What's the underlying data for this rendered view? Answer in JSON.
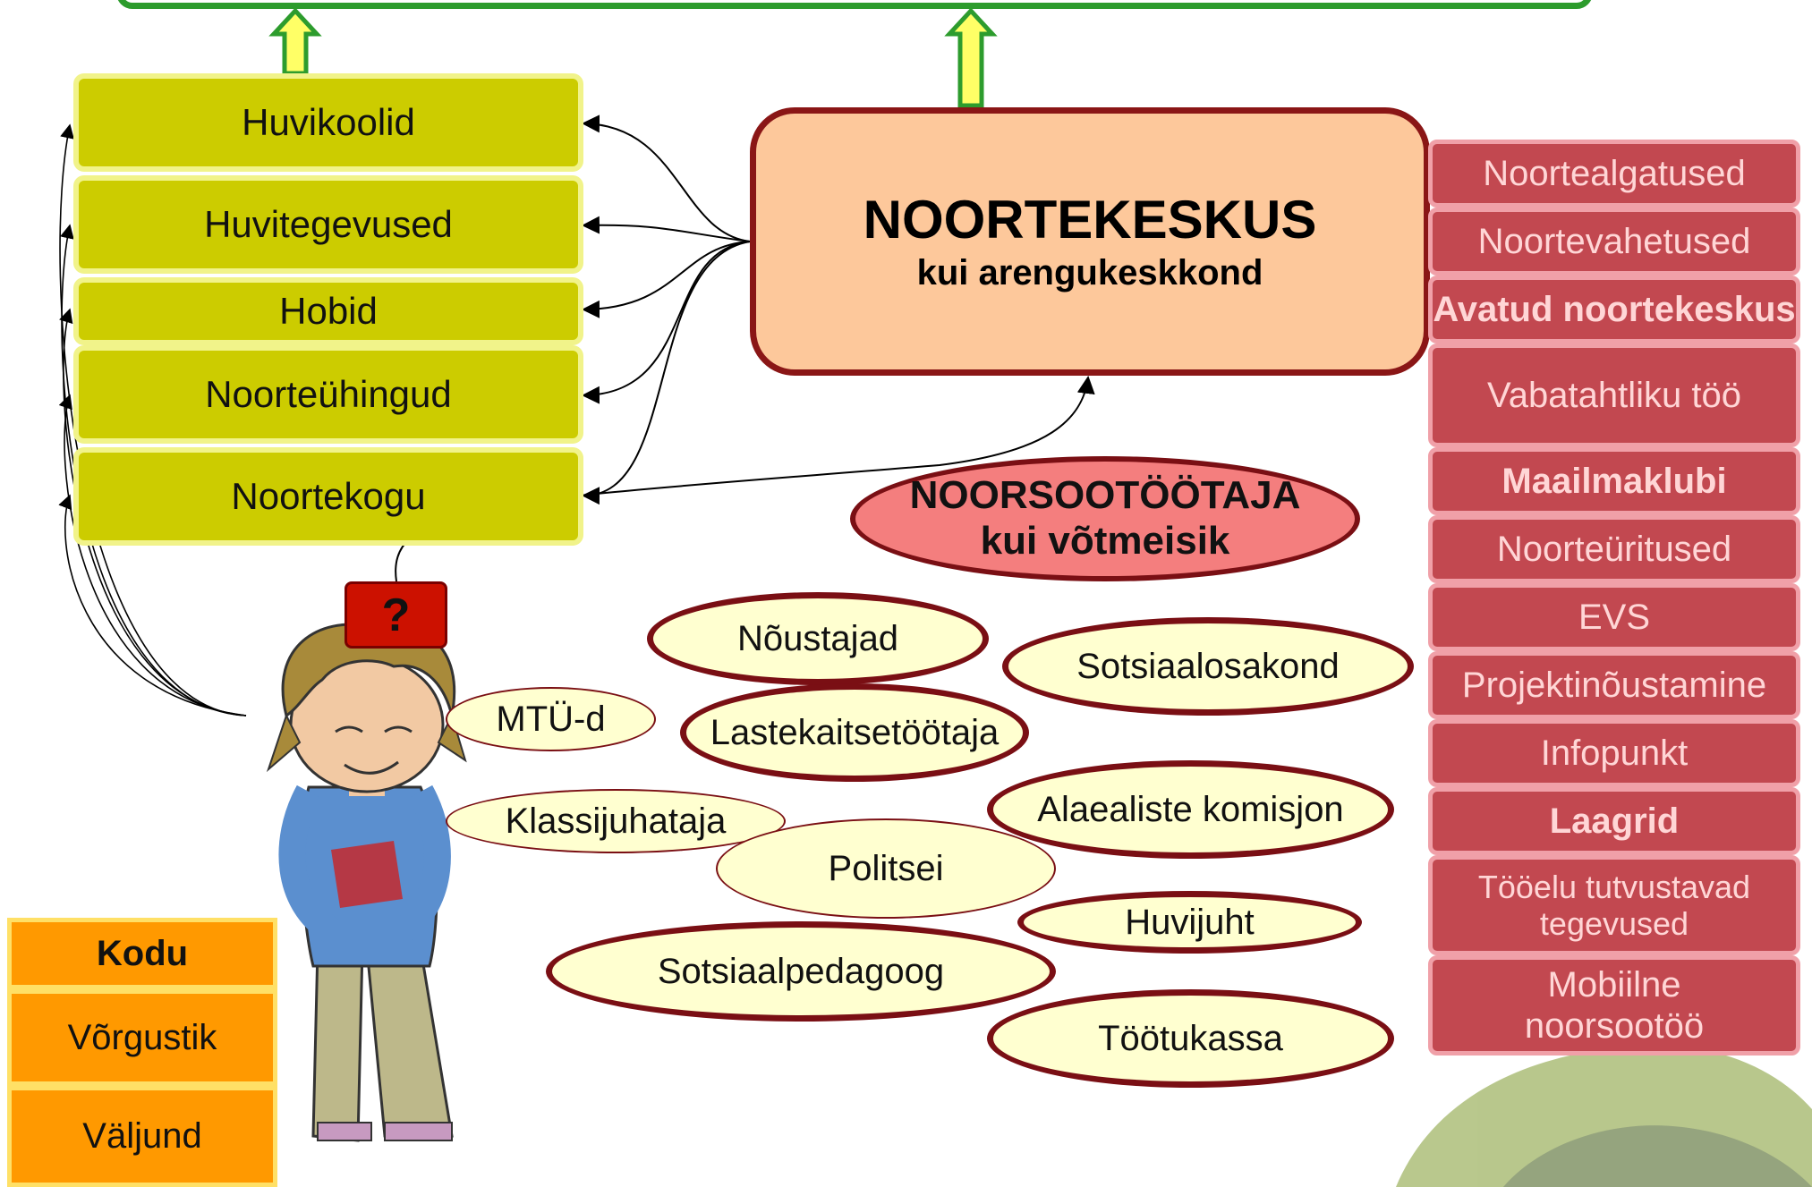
{
  "left_items": [
    "Huvikoolid",
    "Huvitegevused",
    "Hobid",
    "Noorteühingud",
    "Noortekogu"
  ],
  "center": {
    "title": "NOORTEKESKUS",
    "subtitle": "kui arengukeskkond"
  },
  "right_items": [
    "Noortealgatused",
    "Noortevahetused",
    "Avatud noortekeskus",
    "Vabatahtliku töö",
    "Maailmaklubi",
    "Noorteüritused",
    "EVS",
    "Projektinõustamine",
    "Infopunkt",
    "Laagrid",
    "Tööelu tutvustavad tegevused",
    "Mobiilne noorsootöö"
  ],
  "key_person": {
    "title": "NOORSOOTÖÖTAJA",
    "subtitle": "kui võtmeisik"
  },
  "partners": [
    "Nõustajad",
    "Sotsiaalosakond",
    "MTÜ-d",
    "Lastekaitsetöötaja",
    "Alaealiste komisjon",
    "Klassijuhataja",
    "Politsei",
    "Huvijuht",
    "Sotsiaalpedagoog",
    "Töötukassa"
  ],
  "question_mark": "?",
  "bottom_left": [
    "Kodu",
    "Võrgustik",
    "Väljund"
  ],
  "colors": {
    "green_frame": "#2d9c2d",
    "yellow_box": "#cccc00",
    "center_fill": "#fdc89b",
    "dark_red": "#8a1616",
    "right_box": "#c24850",
    "ellipse_fill": "#ffffd0",
    "key_fill": "#f47e7e",
    "orange": "#ff9900"
  },
  "icons": [
    "person-illustration",
    "question-icon",
    "up-arrow-icon"
  ]
}
